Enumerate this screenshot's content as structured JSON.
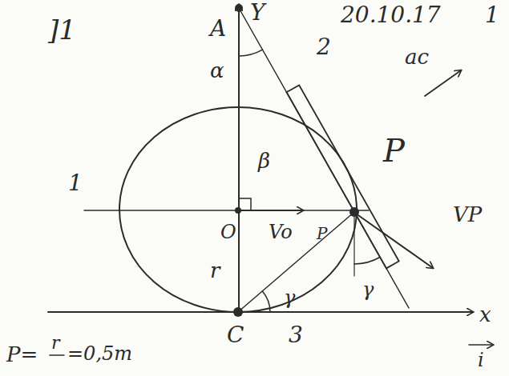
{
  "diagram": {
    "labels": [
      "]1",
      "A",
      "Y",
      "20.10.17",
      "1",
      "α",
      "2",
      "ac",
      "1",
      "β",
      "P",
      "O",
      "Vo",
      "P",
      "VP",
      "r",
      "γ",
      "γ",
      "C",
      "3",
      "x",
      "P=",
      "r",
      "=0,5m",
      "i"
    ]
  }
}
